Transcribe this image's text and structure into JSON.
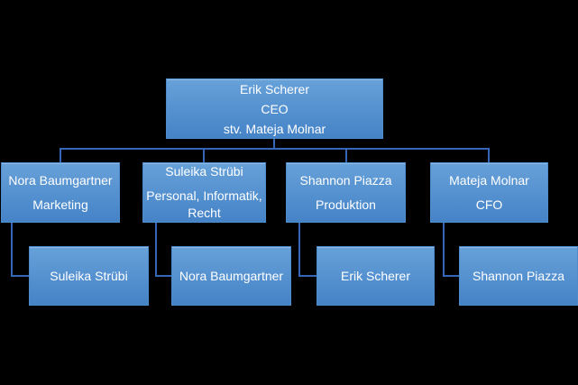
{
  "colors": {
    "background": "#000000",
    "node_top": "#67a1d9",
    "node_bottom": "#4583c7",
    "node_border": "#4e8bcb",
    "connector": "#3566b8",
    "text": "#ffffff"
  },
  "org": {
    "root": {
      "name": "Erik Scherer",
      "title": "CEO",
      "deputy": "stv. Mateja Molnar"
    },
    "level2": [
      {
        "name": "Nora Baumgartner",
        "unit": "Marketing"
      },
      {
        "name": "Suleika Strübi",
        "unit": "Personal, Informatik, Recht"
      },
      {
        "name": "Shannon Piazza",
        "unit": "Produktion"
      },
      {
        "name": "Mateja Molnar",
        "unit": "CFO"
      }
    ],
    "level3": [
      {
        "name": "Suleika Strübi"
      },
      {
        "name": "Nora Baumgartner"
      },
      {
        "name": "Erik Scherer"
      },
      {
        "name": "Shannon Piazza"
      }
    ]
  }
}
